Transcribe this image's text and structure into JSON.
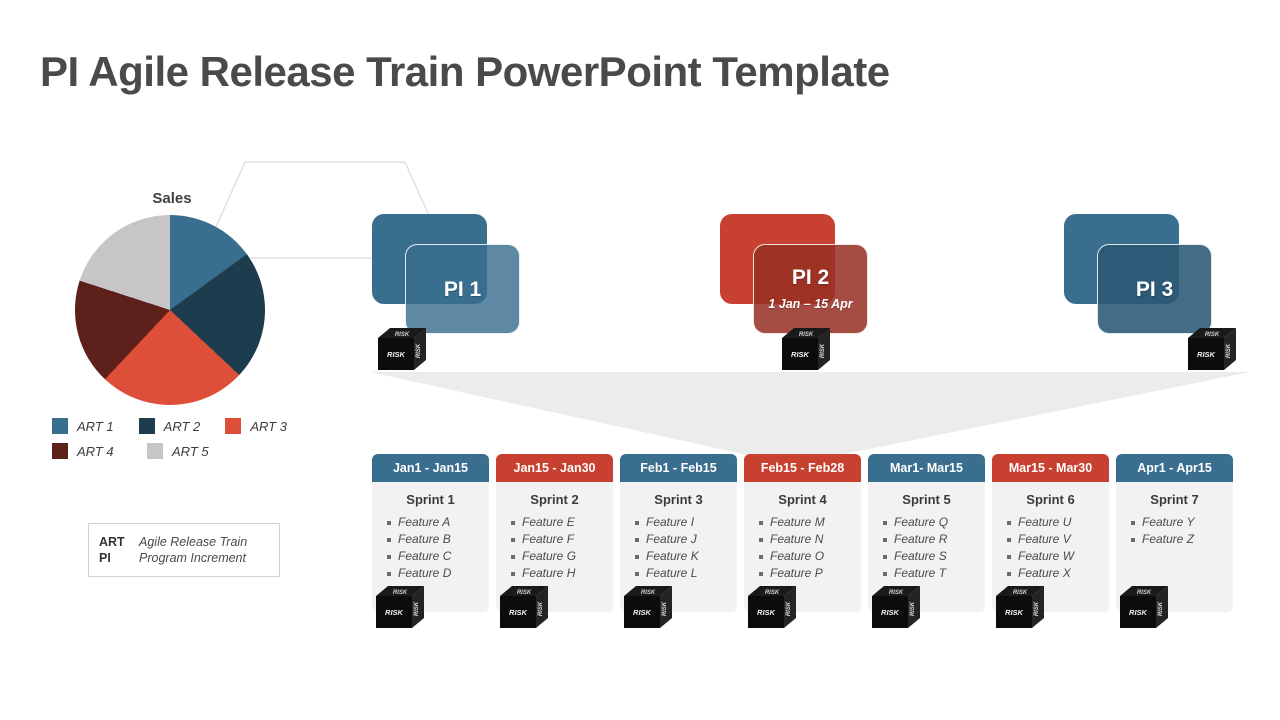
{
  "page": {
    "title": "PI Agile Release Train PowerPoint Template"
  },
  "colors": {
    "blue": "#3a6e8f",
    "dark_navy": "#1d3c4e",
    "red": "#c8402f",
    "dark_red": "#5e201b",
    "grey": "#c6c6c6",
    "panel_grey": "#f2f2f2",
    "chevron_grey": "#eceded"
  },
  "chart_data": {
    "type": "pie",
    "title": "Sales",
    "categories": [
      "ART 1",
      "ART 2",
      "ART 3",
      "ART 4",
      "ART 5"
    ],
    "values": [
      15,
      22,
      25,
      18,
      20
    ],
    "colors": [
      "#3a6e8f",
      "#1d3c4e",
      "#de4f39",
      "#5e201b",
      "#c6c6c6"
    ],
    "legend_position": "bottom",
    "grid": false
  },
  "legend": {
    "items": [
      {
        "label": "ART 1",
        "color": "#3a6e8f"
      },
      {
        "label": "ART 2",
        "color": "#1d3c4e"
      },
      {
        "label": "ART 3",
        "color": "#de4f39"
      },
      {
        "label": "ART 4",
        "color": "#5e201b"
      },
      {
        "label": "ART 5",
        "color": "#c6c6c6"
      }
    ]
  },
  "key_box": {
    "rows": [
      {
        "abbr": "ART",
        "text": "Agile Release Train"
      },
      {
        "abbr": "PI",
        "text": "Program Increment"
      }
    ]
  },
  "program_increments": [
    {
      "label": "PI 1",
      "dates": "",
      "color": "#3a6e8f",
      "risk_label": "RISK"
    },
    {
      "label": "PI 2",
      "dates": "1 Jan – 15 Apr",
      "color": "#c8402f",
      "risk_label": "RISK"
    },
    {
      "label": "PI 3",
      "dates": "",
      "color": "#3a6e8f",
      "risk_label": "RISK"
    }
  ],
  "sprints": [
    {
      "range": "Jan1 - Jan15",
      "name": "Sprint 1",
      "color": "#3a6e8f",
      "features": [
        "Feature A",
        "Feature B",
        "Feature C",
        "Feature D"
      ],
      "risk_label": "RISK"
    },
    {
      "range": "Jan15 - Jan30",
      "name": "Sprint 2",
      "color": "#c8402f",
      "features": [
        "Feature E",
        "Feature F",
        "Feature G",
        "Feature H"
      ],
      "risk_label": "RISK"
    },
    {
      "range": "Feb1 - Feb15",
      "name": "Sprint 3",
      "color": "#3a6e8f",
      "features": [
        "Feature I",
        "Feature J",
        "Feature K",
        "Feature L"
      ],
      "risk_label": "RISK"
    },
    {
      "range": "Feb15 - Feb28",
      "name": "Sprint 4",
      "color": "#c8402f",
      "features": [
        "Feature M",
        "Feature N",
        "Feature O",
        "Feature P"
      ],
      "risk_label": "RISK"
    },
    {
      "range": "Mar1- Mar15",
      "name": "Sprint 5",
      "color": "#3a6e8f",
      "features": [
        "Feature Q",
        "Feature R",
        "Feature S",
        "Feature T"
      ],
      "risk_label": "RISK"
    },
    {
      "range": "Mar15 - Mar30",
      "name": "Sprint 6",
      "color": "#c8402f",
      "features": [
        "Feature U",
        "Feature V",
        "Feature W",
        "Feature X"
      ],
      "risk_label": "RISK"
    },
    {
      "range": "Apr1 - Apr15",
      "name": "Sprint 7",
      "color": "#3a6e8f",
      "features": [
        "Feature Y",
        "Feature Z"
      ],
      "risk_label": "RISK"
    }
  ]
}
